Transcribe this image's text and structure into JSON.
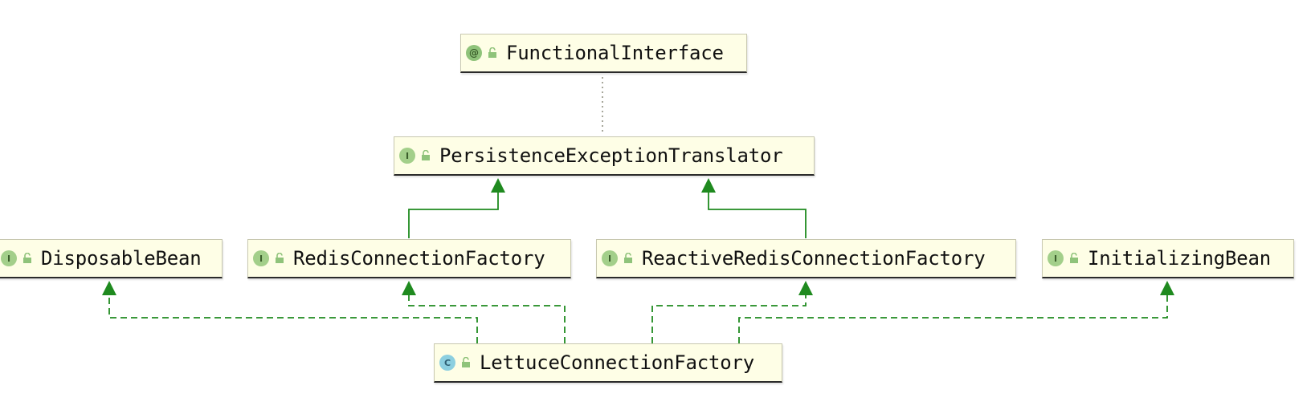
{
  "diagram": {
    "colors": {
      "node_fill": "#fefee6",
      "edge": "#1f8a1f",
      "dotted_edge": "#8a8a7a",
      "interface_icon": "#a3cf8a",
      "class_icon": "#8ccfe0"
    },
    "nodes": [
      {
        "id": "functional-interface",
        "label": "FunctionalInterface",
        "kind": "annotation",
        "kind_glyph": "@"
      },
      {
        "id": "persistence-exception-translator",
        "label": "PersistenceExceptionTranslator",
        "kind": "interface",
        "kind_glyph": "I"
      },
      {
        "id": "disposable-bean",
        "label": "DisposableBean",
        "kind": "interface",
        "kind_glyph": "I"
      },
      {
        "id": "redis-connection-factory",
        "label": "RedisConnectionFactory",
        "kind": "interface",
        "kind_glyph": "I"
      },
      {
        "id": "reactive-redis-connection-factory",
        "label": "ReactiveRedisConnectionFactory",
        "kind": "interface",
        "kind_glyph": "I"
      },
      {
        "id": "initializing-bean",
        "label": "InitializingBean",
        "kind": "interface",
        "kind_glyph": "I"
      },
      {
        "id": "lettuce-connection-factory",
        "label": "LettuceConnectionFactory",
        "kind": "class",
        "kind_glyph": "C"
      }
    ],
    "edges": [
      {
        "from": "persistence-exception-translator",
        "to": "functional-interface",
        "style": "dotted"
      },
      {
        "from": "redis-connection-factory",
        "to": "persistence-exception-translator",
        "style": "extends"
      },
      {
        "from": "reactive-redis-connection-factory",
        "to": "persistence-exception-translator",
        "style": "extends"
      },
      {
        "from": "lettuce-connection-factory",
        "to": "disposable-bean",
        "style": "implements"
      },
      {
        "from": "lettuce-connection-factory",
        "to": "redis-connection-factory",
        "style": "implements"
      },
      {
        "from": "lettuce-connection-factory",
        "to": "reactive-redis-connection-factory",
        "style": "implements"
      },
      {
        "from": "lettuce-connection-factory",
        "to": "initializing-bean",
        "style": "implements"
      }
    ]
  }
}
